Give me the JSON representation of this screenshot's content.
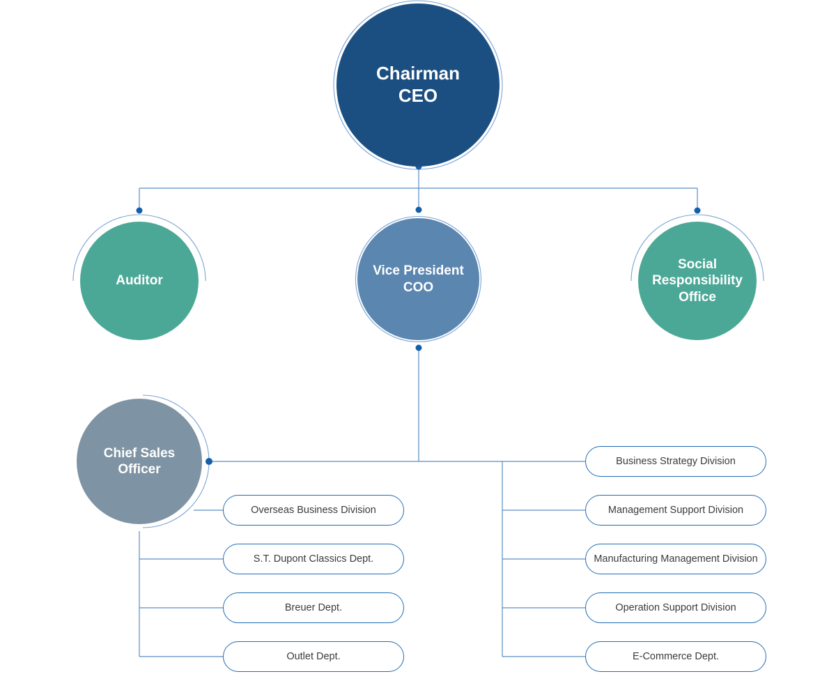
{
  "chart_data": {
    "type": "diagram",
    "title": "Organization Chart",
    "colors": {
      "ceo": "#1c4f81",
      "teal": "#4ca896",
      "vp_blue": "#5b86b0",
      "cso_gray": "#7e93a3",
      "connector": "#5b8cc4",
      "dot": "#155fa8",
      "pill_border": "#1f6cb5",
      "pill_text": "#3b3b3b",
      "background": "#ffffff"
    }
  },
  "nodes": {
    "ceo": {
      "label": "Chairman\nCEO"
    },
    "auditor": {
      "label": "Auditor"
    },
    "vice_president": {
      "label": "Vice President\nCOO"
    },
    "social_responsibility": {
      "label": "Social\nResponsibility\nOffice"
    },
    "chief_sales_officer": {
      "label": "Chief Sales\nOfficer"
    }
  },
  "left_column": [
    {
      "label": "Overseas Business Division"
    },
    {
      "label": "S.T. Dupont Classics Dept."
    },
    {
      "label": "Breuer Dept."
    },
    {
      "label": "Outlet Dept."
    }
  ],
  "right_column": [
    {
      "label": "Business Strategy Division"
    },
    {
      "label": "Management Support Division"
    },
    {
      "label": "Manufacturing Management Division"
    },
    {
      "label": "Operation Support Division"
    },
    {
      "label": "E-Commerce Dept."
    }
  ]
}
